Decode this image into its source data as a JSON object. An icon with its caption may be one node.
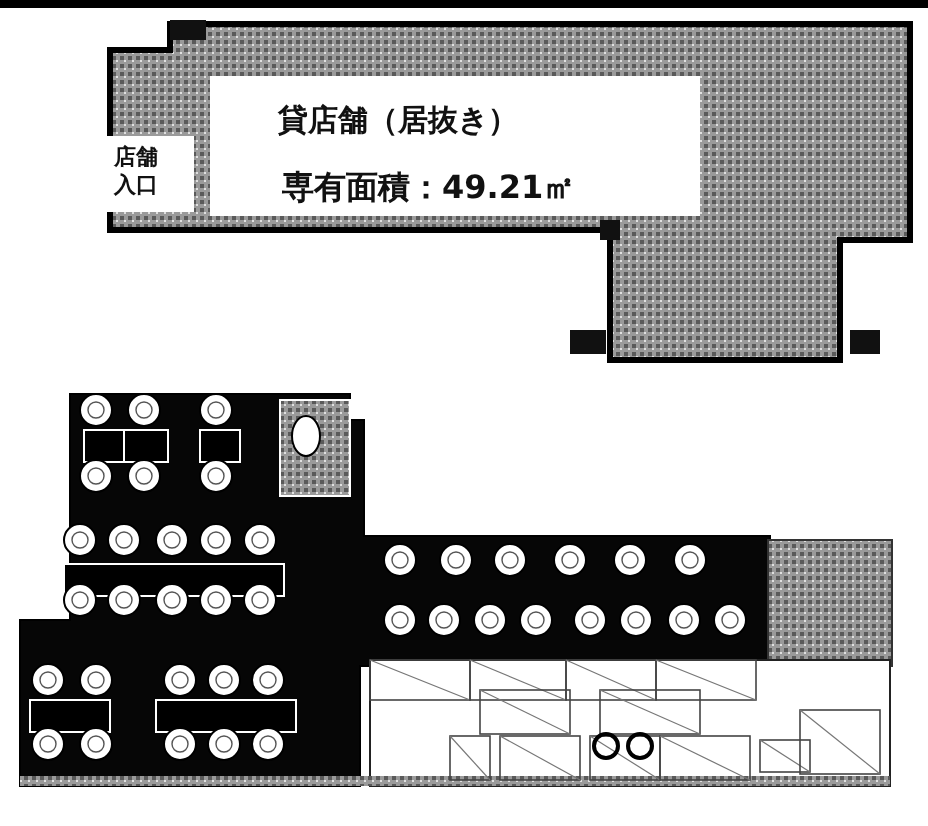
{
  "diagram": {
    "labels": [
      "貸店舗（居抜き）",
      "専有面積：49.21㎡",
      "店舗入口"
    ]
  }
}
